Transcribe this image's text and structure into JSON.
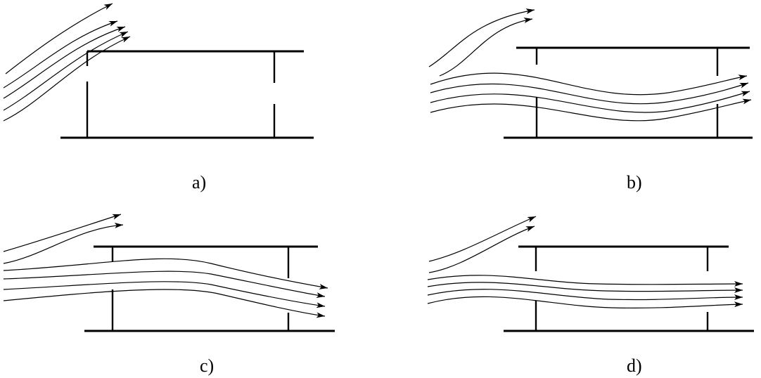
{
  "panels": [
    {
      "id": "a",
      "caption": "a)"
    },
    {
      "id": "b",
      "caption": "b)"
    },
    {
      "id": "c",
      "caption": "c)"
    },
    {
      "id": "d",
      "caption": "d)"
    }
  ]
}
